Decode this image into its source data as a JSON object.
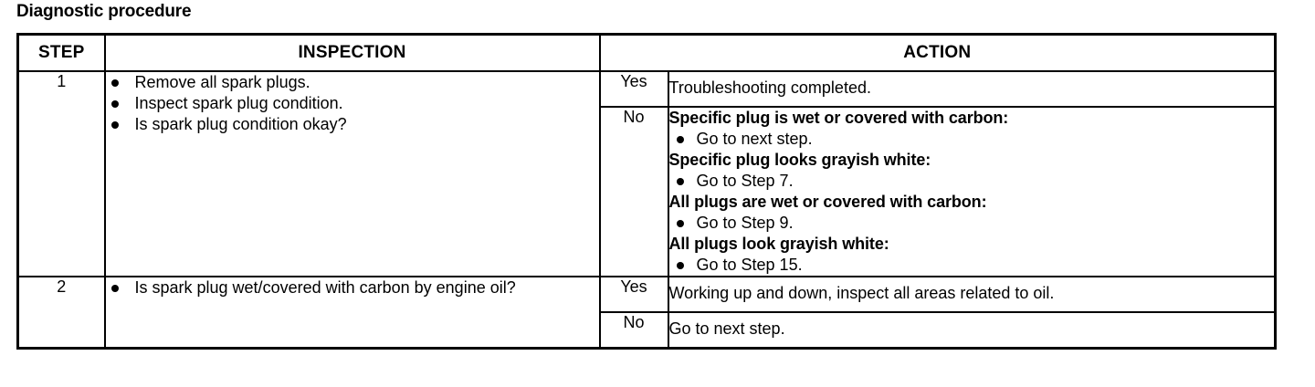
{
  "page_title": "Diagnostic procedure",
  "table": {
    "columns": {
      "step": "STEP",
      "inspection": "INSPECTION",
      "action": "ACTION"
    },
    "rows": [
      {
        "step": "1",
        "inspection_bullets": [
          "Remove all spark plugs.",
          "Inspect spark plug condition.",
          "Is spark plug condition okay?"
        ],
        "branches": [
          {
            "judgment": "Yes",
            "action_text": "Troubleshooting completed.",
            "action_groups": []
          },
          {
            "judgment": "No",
            "action_text": "",
            "action_groups": [
              {
                "heading": "Specific plug is wet or covered with carbon:",
                "item": "Go to next step."
              },
              {
                "heading": "Specific plug looks grayish white:",
                "item": "Go to Step 7."
              },
              {
                "heading": "All plugs are wet or covered with carbon:",
                "item": "Go to Step 9."
              },
              {
                "heading": "All plugs look grayish white:",
                "item": "Go to Step 15."
              }
            ]
          }
        ]
      },
      {
        "step": "2",
        "inspection_bullets": [
          "Is spark plug wet/covered with carbon by engine oil?"
        ],
        "branches": [
          {
            "judgment": "Yes",
            "action_text": "Working up and down, inspect all areas related to oil.",
            "action_groups": []
          },
          {
            "judgment": "No",
            "action_text": "Go to next step.",
            "action_groups": []
          }
        ]
      }
    ]
  }
}
